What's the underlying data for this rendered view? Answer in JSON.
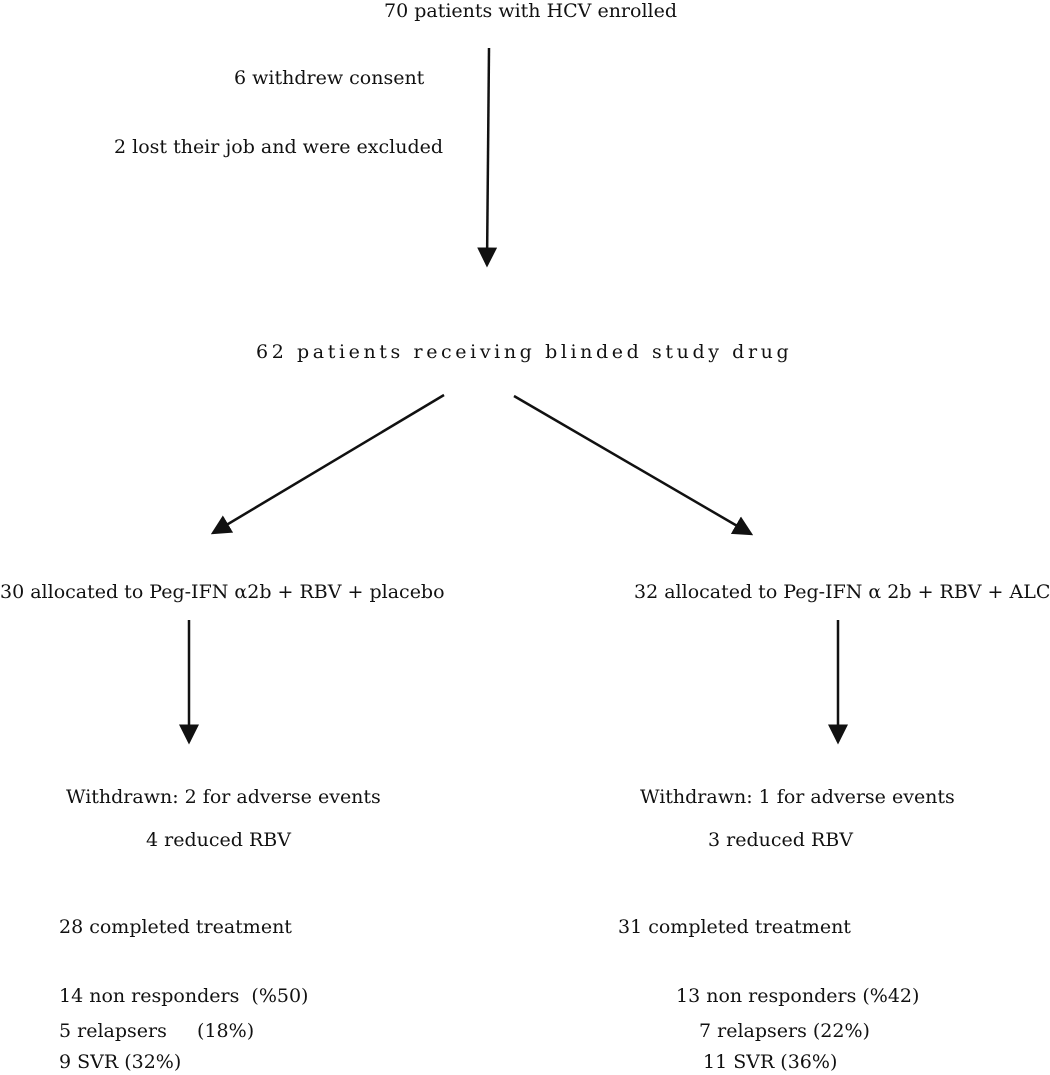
{
  "top": {
    "enrolled": "70 patients with HCV enrolled",
    "withdrew": "6 withdrew consent",
    "lost_job": "2 lost their job and were excluded"
  },
  "center": {
    "receiving": "62 patients receiving blinded study drug"
  },
  "left_arm": {
    "allocated": "30 allocated to Peg-IFN α2b + RBV + placebo",
    "withdrawn": "Withdrawn: 2 for adverse events",
    "reduced": "4 reduced RBV",
    "completed": "28 completed treatment",
    "non_responders": "14 non responders  (%50)",
    "relapsers": "5 relapsers     (18%)",
    "svr": "9 SVR (32%)"
  },
  "right_arm": {
    "allocated": "32 allocated to Peg-IFN α 2b + RBV + ALC",
    "withdrawn": "Withdrawn: 1 for adverse events",
    "reduced": "3 reduced RBV",
    "completed": "31 completed treatment",
    "non_responders": "13 non responders (%42)",
    "relapsers": "7 relapsers (22%)",
    "svr": "11 SVR (36%)"
  }
}
